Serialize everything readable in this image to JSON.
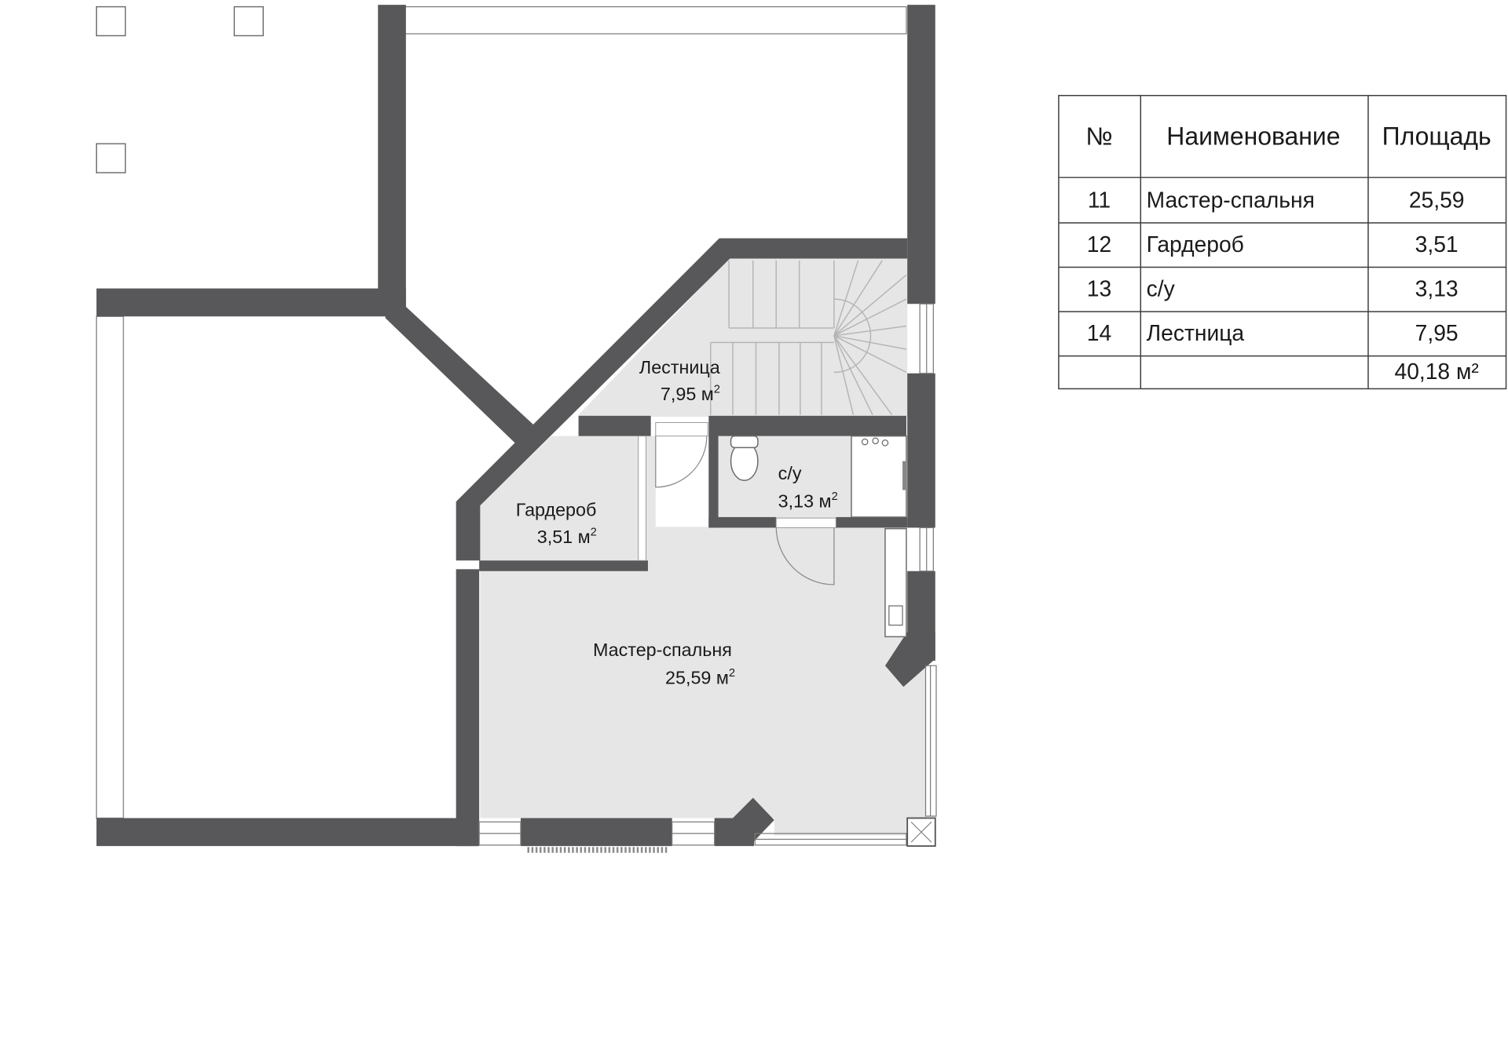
{
  "rooms": [
    {
      "id": "stairs",
      "name": "Лестница",
      "area": "7,95 м",
      "unit_sup": "2"
    },
    {
      "id": "wardrobe",
      "name": "Гардероб",
      "area": "3,51 м",
      "unit_sup": "2"
    },
    {
      "id": "bathroom",
      "name": "с/у",
      "area": "3,13 м",
      "unit_sup": "2"
    },
    {
      "id": "master_bedroom",
      "name": "Мастер-спальня",
      "area": "25,59 м",
      "unit_sup": "2"
    }
  ],
  "table": {
    "headers": [
      "№",
      "Наименование",
      "Площадь"
    ],
    "rows": [
      [
        "11",
        "Мастер-спальня",
        "25,59"
      ],
      [
        "12",
        "Гардероб",
        "3,51"
      ],
      [
        "13",
        "с/у",
        "3,13"
      ],
      [
        "14",
        "Лестница",
        "7,95"
      ]
    ],
    "total": "40,18 м²"
  },
  "colors": {
    "wall": "#58585a",
    "floor": "#e6e6e6",
    "line": "#3c3c3c"
  }
}
